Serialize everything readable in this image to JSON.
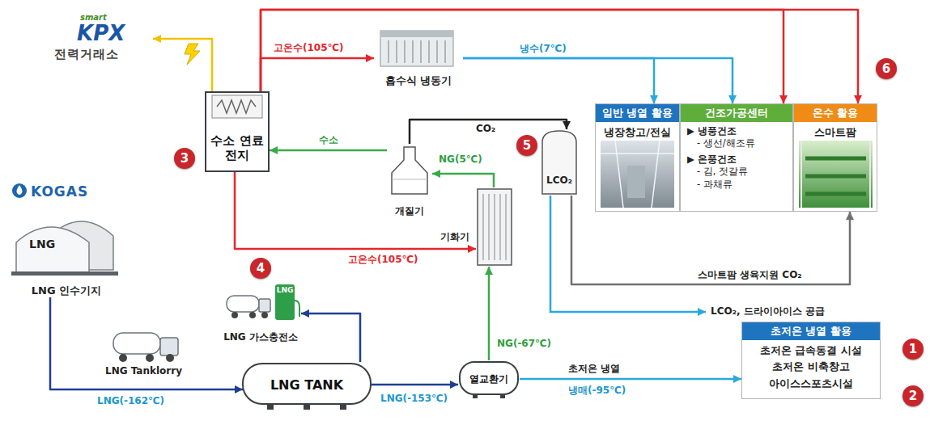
{
  "diagram": {
    "nodes": [
      {
        "text": [
          "smart",
          "KPX",
          "전력거래소"
        ]
      },
      {
        "text": [
          "흡수식 냉동기"
        ]
      },
      {
        "text": [
          "수소 연료전지"
        ]
      },
      {
        "text": [
          "일반 냉열 활용",
          "냉장창고/전실"
        ]
      },
      {
        "text": [
          "건조가공센터",
          "▶ 냉풍건조",
          "- 생선/해조류",
          "▶ 온풍건조",
          "- 김, 젓갈류",
          "- 과채류"
        ]
      },
      {
        "text": [
          "온수 활용",
          "스마트팜"
        ]
      },
      {
        "text": [
          "개질기"
        ]
      },
      {
        "text": [
          "LCO₂"
        ]
      },
      {
        "text": [
          "기화기"
        ]
      },
      {
        "text": [
          "LNG",
          "LNG 인수기지"
        ]
      },
      {
        "text": [
          "LNG",
          "LNG 가스충전소"
        ]
      },
      {
        "text": [
          "LNG TANK"
        ]
      },
      {
        "text": [
          "열교환기"
        ]
      },
      {
        "text": [
          "초저온 냉열 활용",
          "초저온 급속동결 시설",
          "초저온 비축창고",
          "아이스스포츠시설"
        ]
      }
    ],
    "edges": [
      {
        "from": 2,
        "to": 0,
        "arrow": "to"
      },
      {
        "from": 2,
        "to": 1,
        "label": "고온수(105℃)",
        "arrow": "to"
      },
      {
        "from": 2,
        "to": 4,
        "arrow": "to"
      },
      {
        "from": 2,
        "to": 5,
        "arrow": "to"
      },
      {
        "from": 1,
        "to": 3,
        "label": "냉수(7℃)",
        "arrow": "to"
      },
      {
        "from": 1,
        "to": 4,
        "arrow": "to"
      },
      {
        "from": 2,
        "to": 8,
        "label": "고온수(105℃)",
        "arrow": "to"
      },
      {
        "from": 8,
        "to": 6,
        "label": "NG(5℃)",
        "arrow": "to"
      },
      {
        "from": 6,
        "to": 2,
        "label": "수소",
        "arrow": "to"
      },
      {
        "from": 6,
        "to": 7,
        "label": "CO₂",
        "arrow": "to"
      },
      {
        "from": 7,
        "to": 5,
        "label": "스마트팜 생육지원 CO₂",
        "arrow": "to"
      },
      {
        "from": 9,
        "to": 11,
        "label": "LNG(-162℃)",
        "arrow": "to"
      },
      {
        "from": 11,
        "to": 10,
        "arrow": "to"
      },
      {
        "from": 11,
        "to": 12,
        "label": "LNG(-153℃)",
        "arrow": "to"
      },
      {
        "from": 12,
        "to": 8,
        "label": "NG(-67℃)",
        "arrow": "to"
      },
      {
        "from": 12,
        "to": 13,
        "label": "냉매(-95℃)",
        "arrow": "to"
      }
    ],
    "labels": [
      "KOGAS",
      "LNG Tanklorry",
      "초저온 냉열",
      "LCO₂, 드라이아이스 공급",
      "1",
      "2",
      "3",
      "4",
      "5",
      "6"
    ]
  }
}
